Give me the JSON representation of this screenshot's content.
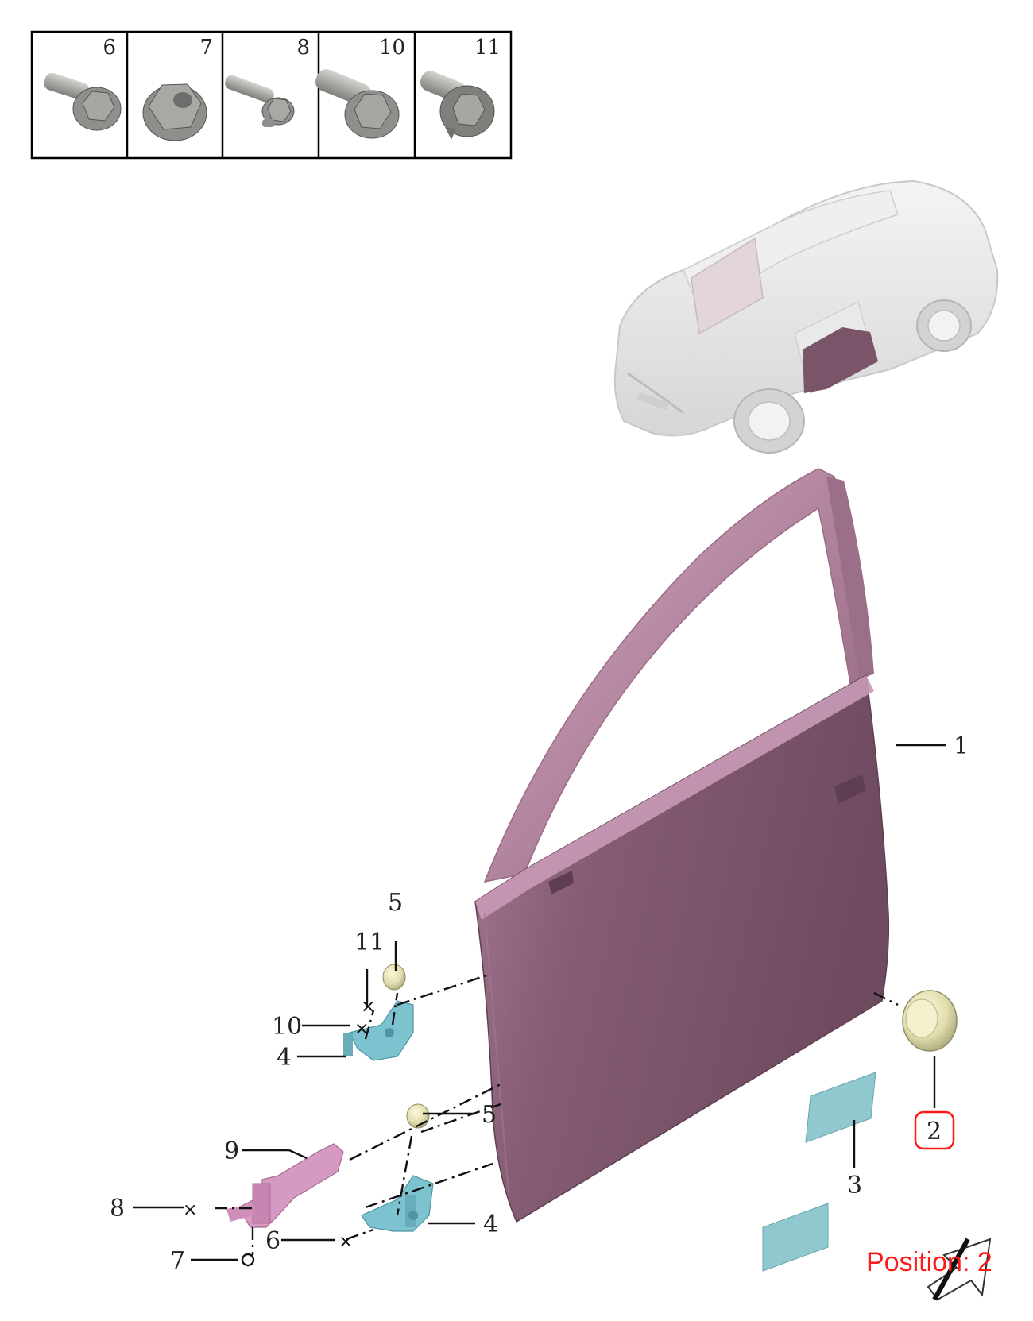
{
  "fastener_table": {
    "cells": [
      {
        "number": "6",
        "part": "flange-bolt"
      },
      {
        "number": "7",
        "part": "flange-nut"
      },
      {
        "number": "8",
        "part": "stud-bolt"
      },
      {
        "number": "10",
        "part": "flange-bolt"
      },
      {
        "number": "11",
        "part": "bolt-with-washer"
      }
    ]
  },
  "callouts": {
    "door_shell": "1",
    "door_plug": "2",
    "protective_film": "3",
    "hinge_upper": "4",
    "hinge_lower": "4",
    "plug_upper": "5",
    "plug_lower": "5",
    "bolt_6": "6",
    "nut_7": "7",
    "bolt_8": "8",
    "check_strap": "9",
    "bolt_10": "10",
    "bolt_11": "11"
  },
  "position_label": "Position: 2",
  "colors": {
    "door": "#7a5468",
    "door_light": "#c99ab6",
    "hinge": "#7cc3cf",
    "plug": "#e6e3b8",
    "film": "#8fc8cf",
    "highlight": "#ff1a1a",
    "car_body": "#e8e8e8"
  },
  "icons": [
    "orientation-arrow-icon"
  ]
}
